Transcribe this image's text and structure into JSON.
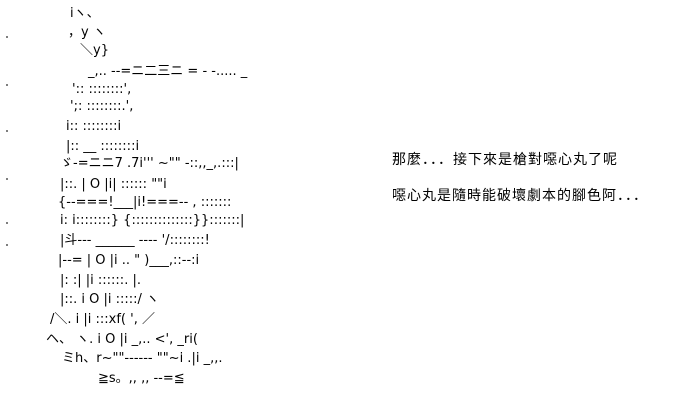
{
  "dialogue": {
    "line1": "那麼．．．接下來是槍對噁心丸了呢",
    "line2": "噁心丸是隨時能破壞劇本的腳色阿．．．"
  },
  "art_lines": [
    "iヽ、",
    "，y ヽ",
    "＼y}",
    "_,.. --=ニ二三ニ = - -..... _",
    "'::                          ::::::::',",
    "';:                          ::::::::.',",
    "i::                          ::::::::i",
    "|::          __              ::::::::i",
    "ゞ-=ニニ7     .7i''' ~\"\" -::,,_,.:::|",
    "|::.    |   O   |i|          :::::: \"\"i",
    "{--===!___|i!===-- , ::::::: ",
    "i: i::::::::}   {::::::::::::::}}:::::::|",
    "|斗---  ______  ----  '/::::::::!",
    "|--=  |   O   |i   ..  \"  )___,::--:i",
    "|:     :|       |i           ::::::.  |.",
    "|::.    i   O   |i           :::::/  ヽ",
    "/＼.    i       |i         :::xf(  ', ／",
    "ヘ、 ヽ.  i   O   |i     _,.. <', _ri(",
    "ミh、r~\"\"------ \"\"~i  .|i _,,.",
    "≧s。,,     ,,   --=≦"
  ]
}
